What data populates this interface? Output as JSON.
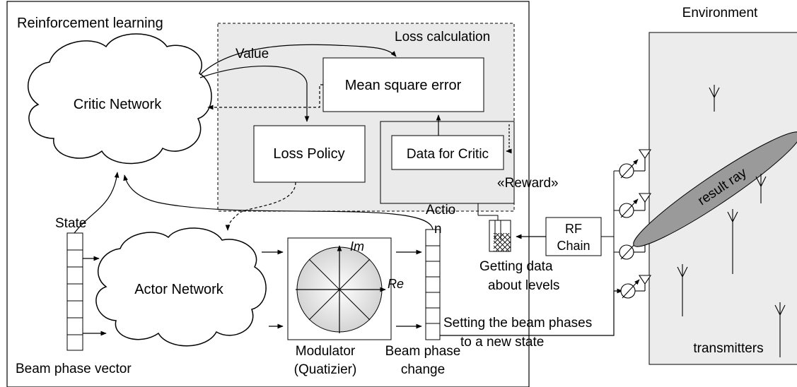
{
  "regions": {
    "rl_title": "Reinforcement learning",
    "env_title": "Environment",
    "loss_calc": "Loss calculation"
  },
  "nodes": {
    "critic": "Critic Network",
    "actor": "Actor Network",
    "mse": "Mean square error",
    "loss_policy": "Loss Policy",
    "data_critic": "Data for Critic",
    "reward": "«Reward»",
    "rf_chain_1": "RF",
    "rf_chain_2": "Chain",
    "result_ray": "result ray",
    "transmitters": "transmitters"
  },
  "labels": {
    "value": "Value",
    "state": "State",
    "action_1": "Actio",
    "action_2": "n",
    "im": "Im",
    "re": "Re",
    "beam_phase_vector": "Beam phase vector",
    "modulator_1": "Modulator",
    "modulator_2": "(Quatizier)",
    "beam_change_1": "Beam phase",
    "beam_change_2": "change",
    "getting_1": "Getting data",
    "getting_2": "about levels",
    "setting_1": "Setting the beam phases",
    "setting_2": "to a new state"
  }
}
